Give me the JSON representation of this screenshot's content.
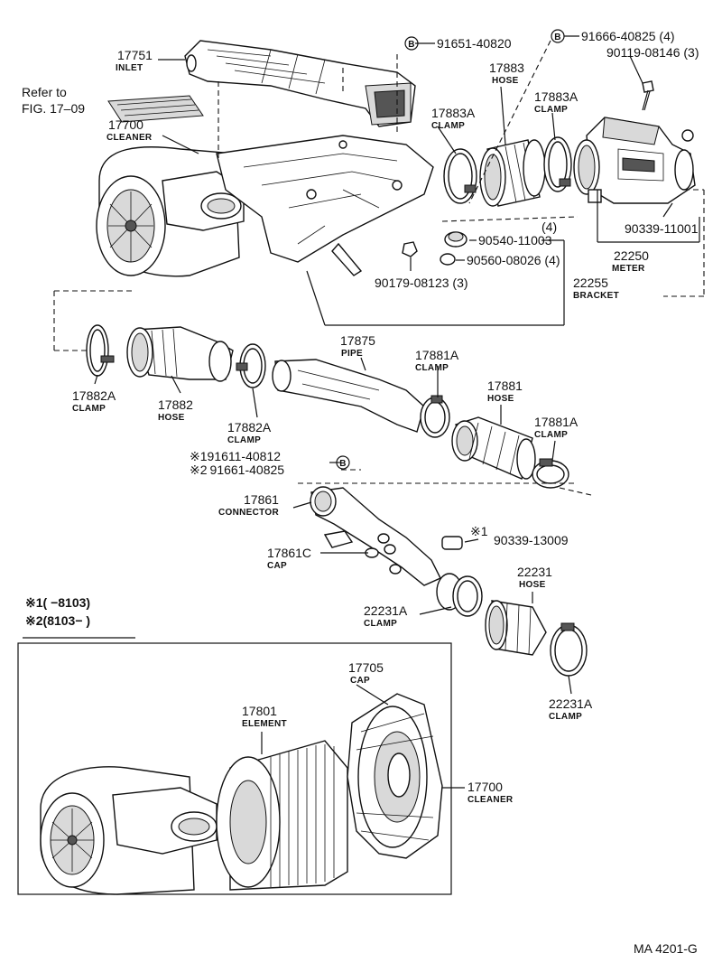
{
  "callouts": [
    {
      "id": "c-17751",
      "number": "17751",
      "caption": "INLET"
    },
    {
      "id": "c-91651",
      "number": "91651-40820",
      "caption": ""
    },
    {
      "id": "c-91666",
      "number": "91666-40825 (4)",
      "caption": ""
    },
    {
      "id": "c-90119",
      "number": "90119-08146 (3)",
      "caption": ""
    },
    {
      "id": "c-17883",
      "number": "17883",
      "caption": "HOSE"
    },
    {
      "id": "c-17883A-left",
      "number": "17883A",
      "caption": "CLAMP"
    },
    {
      "id": "c-17883A-right",
      "number": "17883A",
      "caption": "CLAMP"
    },
    {
      "id": "c-17700-top",
      "number": "17700",
      "caption": "CLEANER"
    },
    {
      "id": "c-90339-11001",
      "number": "90339-11001",
      "caption": ""
    },
    {
      "id": "c-22250",
      "number": "22250",
      "caption": "METER"
    },
    {
      "id": "c-90540",
      "number": "90540-11003",
      "caption": ""
    },
    {
      "id": "c-90560",
      "number": "90560-08026 (4)",
      "caption": ""
    },
    {
      "id": "c-90179",
      "number": "90179-08123 (3)",
      "caption": ""
    },
    {
      "id": "c-22255",
      "number": "22255",
      "caption": "BRACKET"
    },
    {
      "id": "c-17875",
      "number": "17875",
      "caption": "PIPE"
    },
    {
      "id": "c-17881A-top",
      "number": "17881A",
      "caption": "CLAMP"
    },
    {
      "id": "c-17881",
      "number": "17881",
      "caption": "HOSE"
    },
    {
      "id": "c-17881A-bottom",
      "number": "17881A",
      "caption": "CLAMP"
    },
    {
      "id": "c-17882A-left",
      "number": "17882A",
      "caption": "CLAMP"
    },
    {
      "id": "c-17882",
      "number": "17882",
      "caption": "HOSE"
    },
    {
      "id": "c-17882A-mid",
      "number": "17882A",
      "caption": "CLAMP"
    },
    {
      "id": "c-17861",
      "number": "17861",
      "caption": "CONNECTOR"
    },
    {
      "id": "c-17861C",
      "number": "17861C",
      "caption": "CAP"
    },
    {
      "id": "c-90339-13009",
      "number": "90339-13009",
      "caption": ""
    },
    {
      "id": "c-22231",
      "number": "22231",
      "caption": "HOSE"
    },
    {
      "id": "c-22231A-left",
      "number": "22231A",
      "caption": "CLAMP"
    },
    {
      "id": "c-22231A-right",
      "number": "22231A",
      "caption": "CLAMP"
    },
    {
      "id": "c-17705",
      "number": "17705",
      "caption": "CAP"
    },
    {
      "id": "c-17801",
      "number": "17801",
      "caption": "ELEMENT"
    },
    {
      "id": "c-17700-bottom",
      "number": "17700",
      "caption": "CLEANER"
    }
  ],
  "refer": {
    "line1": "Refer to",
    "line2": "FIG. 17–09"
  },
  "bolt_marker": "B",
  "qty_marker": "(4)",
  "variant_notes": {
    "note1_prefix": "※1",
    "note1_number": "91611-40812",
    "note2_prefix": "※2",
    "note2_number": "91661-40825",
    "cap_note_prefix": "※1"
  },
  "legend": {
    "row1_mark": "※1",
    "row1_range": "(      −8103)",
    "row2_mark": "※2",
    "row2_range": "(8103−        )"
  },
  "figure_code": "MA  4201-G"
}
